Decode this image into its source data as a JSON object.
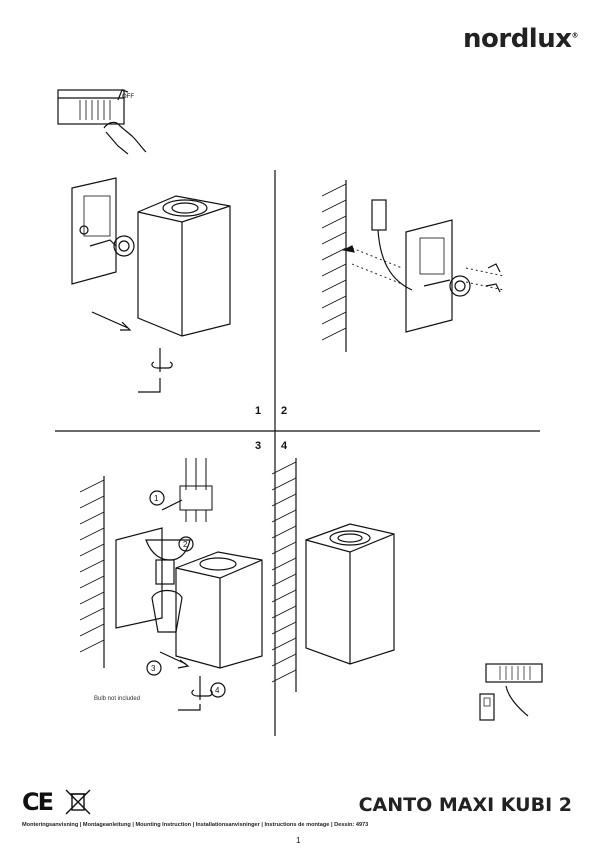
{
  "brand": {
    "name": "nordlux"
  },
  "steps": {
    "s1": "1",
    "s2": "2",
    "s3": "3",
    "s4": "4"
  },
  "bulb_note": "Bulb not included",
  "product_title": "CANTO MAXI KUBI 2",
  "footer_line": "Monteringsanvisning | Montageanleitung | Mounting Instruction | Installationsanvisninger | Instructions de montage | Dessin: 4973",
  "page_number": "1",
  "marks": {
    "ce": "CE"
  },
  "icons": [
    "power-off-icon",
    "hand-icon",
    "wall-icon",
    "screw-icon",
    "weee-bin-icon"
  ]
}
